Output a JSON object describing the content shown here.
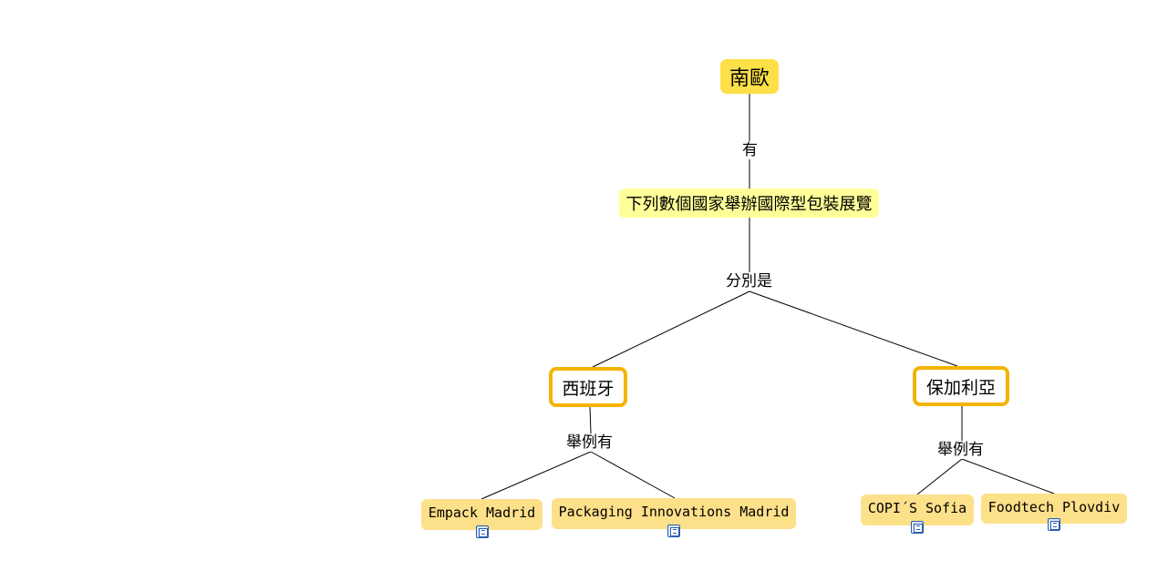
{
  "root": {
    "label": "南歐"
  },
  "links": {
    "root_to_concept": "有",
    "concept_to_countries": "分別是",
    "spain_examples": "舉例有",
    "bulgaria_examples": "舉例有"
  },
  "concept": {
    "label": "下列數個國家舉辦國際型包裝展覽"
  },
  "countries": [
    {
      "label": "西班牙",
      "exhibitions": [
        {
          "label": "Empack Madrid",
          "icon": "document-icon"
        },
        {
          "label": "Packaging Innovations Madrid",
          "icon": "document-icon"
        }
      ]
    },
    {
      "label": "保加利亞",
      "exhibitions": [
        {
          "label": "COPI´S Sofia",
          "icon": "document-icon"
        },
        {
          "label": "Foodtech Plovdiv",
          "icon": "document-icon"
        }
      ]
    }
  ],
  "colors": {
    "root_fill": "#fde047",
    "concept_fill": "#ffff99",
    "country_border": "#f4b400",
    "exhibition_fill": "#fde08a",
    "connector": "#000000"
  }
}
